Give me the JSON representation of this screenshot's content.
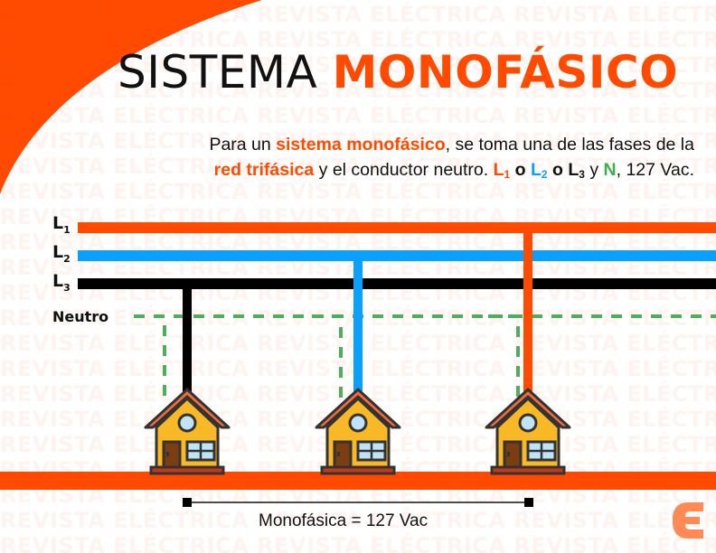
{
  "watermark": {
    "text": "REVISTA ELÉCTRICA REVISTA ELÉCTRICA REVISTA ELÉCTRICA REVISTA ELÉCTRICA"
  },
  "title": {
    "plain": "SISTEMA",
    "accent": "MONOFÁSICO"
  },
  "description": {
    "line1_pre": "Para un ",
    "line1_hl": "sistema monofásico",
    "line1_post": ", se toma una de las fases de la",
    "line2_hl": "red trifásica",
    "line2_mid": " y el conductor neutro. ",
    "l1_letter": "L",
    "l1_sub": "1",
    "or1": " o ",
    "l2_letter": "L",
    "l2_sub": "2",
    "or2": " o ",
    "l3_letter": "L",
    "l3_sub": "3",
    "and": " y ",
    "n_letter": "N",
    "voltage": ", 127 Vac."
  },
  "lines": [
    {
      "letter": "L",
      "sub": "1",
      "color": "#ff4a00"
    },
    {
      "letter": "L",
      "sub": "2",
      "color": "#0aa0ff"
    },
    {
      "letter": "L",
      "sub": "3",
      "color": "#000000"
    }
  ],
  "neutral": {
    "label": "Neutro",
    "color": "#4caf5a"
  },
  "houses": [
    {
      "phase": "L3"
    },
    {
      "phase": "L2"
    },
    {
      "phase": "L1"
    }
  ],
  "measurement": {
    "label": "Monofásica = 127 Vac"
  },
  "colors": {
    "accent": "#ff4a00",
    "blue": "#0aa0ff",
    "black": "#000000",
    "green": "#4caf5a",
    "house_wall": "#f9b826",
    "house_roof": "#f26b3a",
    "house_door": "#7a3e12",
    "window": "#bfe3f7"
  }
}
